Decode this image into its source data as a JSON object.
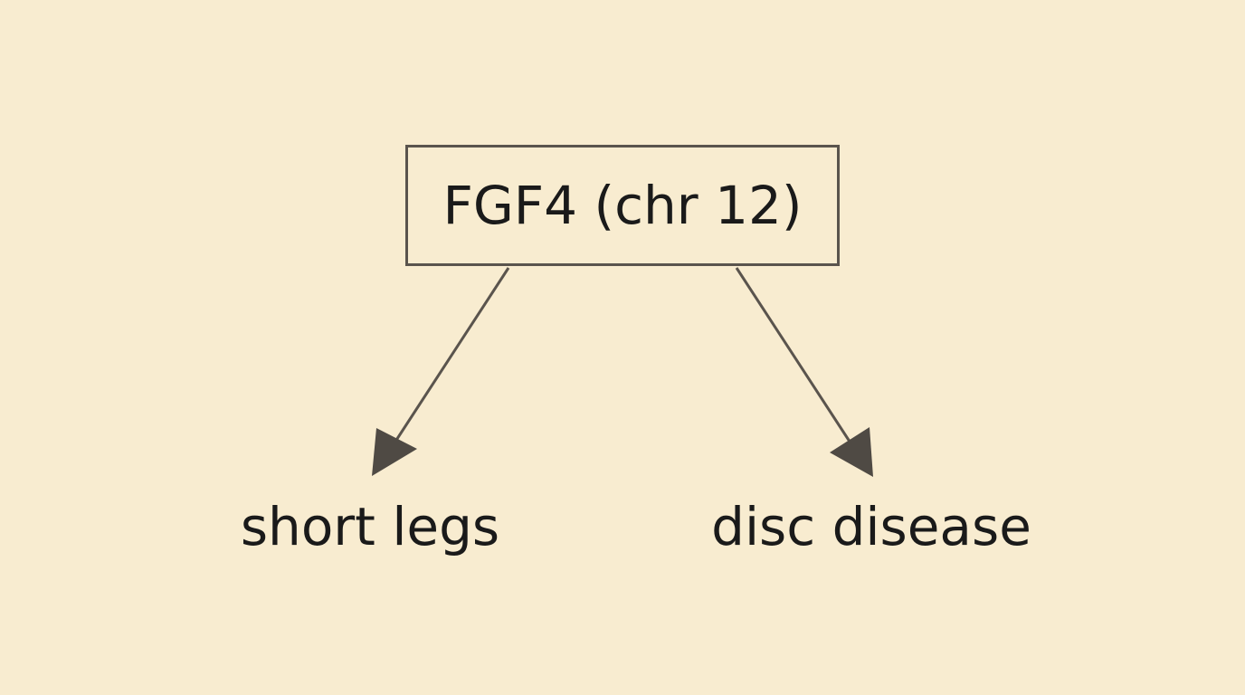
{
  "diagram": {
    "source": {
      "label": "FGF4 (chr 12)"
    },
    "effects": [
      {
        "label": "short legs"
      },
      {
        "label": "disc disease"
      }
    ]
  },
  "colors": {
    "background": "#f8ecd0",
    "stroke": "#5a544d",
    "text": "#1a1a1a"
  }
}
